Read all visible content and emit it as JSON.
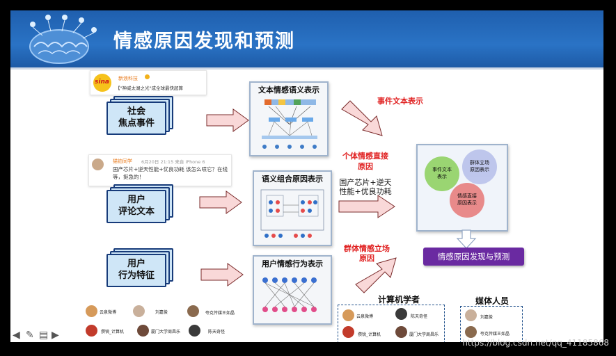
{
  "header": {
    "title": "情感原因发现和预测"
  },
  "sina_post": {
    "brand": "新浪科技",
    "logo_text": "sina",
    "text": "【\"神威太湖之光\"成全球最快超算"
  },
  "weibo_post": {
    "user": "猫铂同学",
    "meta": "6月20日 21:15 来自 iPhone 6",
    "text": "国产芯片+逆天性能+优良功耗 该怎么喷它？在线等，挺急的！"
  },
  "stacks": {
    "social": [
      "社会",
      "焦点事件"
    ],
    "comment": [
      "用户",
      "评论文本"
    ],
    "behavior": [
      "用户",
      "行为特征"
    ]
  },
  "panels": {
    "text_semantic": "文本情感语义表示",
    "semantic_combo": "语义组合原因表示",
    "behavior_repr": "用户情感行为表示"
  },
  "labels": {
    "event_text": "事件文本表示",
    "individual_cause": [
      "个体情感直接",
      "原因"
    ],
    "individual_example": [
      "国产芯片+逆天",
      "性能+优良功耗"
    ],
    "group_cause": [
      "群体情感立场",
      "原因"
    ]
  },
  "venn": {
    "event": [
      "事件文本",
      "表示"
    ],
    "group": [
      "群体立场",
      "原因表示"
    ],
    "direct": [
      "情感直接",
      "原因表示"
    ]
  },
  "result_button": "情感原因发现与预测",
  "groups": {
    "cs_title": "计算机学者",
    "media_title": "媒体人员"
  },
  "people_left": [
    {
      "name": "云泉微博"
    },
    {
      "name": "刘嘉俊"
    },
    {
      "name": "夸克传媒王如晶"
    },
    {
      "name": "攒锐_计算机"
    },
    {
      "name": "厦门大学周昌乐"
    },
    {
      "name": "陈天奇怪"
    }
  ],
  "people_cs": [
    {
      "name": "云泉微博"
    },
    {
      "name": "陈天奇怪"
    },
    {
      "name": "攒锐_计算机"
    },
    {
      "name": "厦门大学周昌乐"
    }
  ],
  "people_media": [
    {
      "name": "刘嘉俊"
    },
    {
      "name": "夸克传媒王如晶"
    }
  ],
  "watermark": "https://blog.csdn.net/qq_41185868",
  "colors": {
    "header": "#2a73c5",
    "red_label": "#e02020",
    "button": "#6a2aa1",
    "stack_fill": "#cfe6f7"
  }
}
